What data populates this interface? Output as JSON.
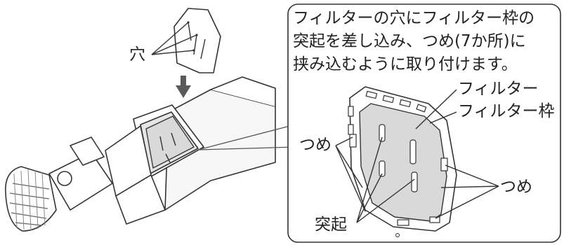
{
  "instruction": {
    "lines": [
      "フィルターの穴にフィルター枠の",
      "突起を差し込み、つめ(7か所)に",
      "挟み込むように取り付けます。"
    ]
  },
  "labels": {
    "hole": "穴",
    "filter": "フィルター",
    "filter_frame": "フィルター枠",
    "claw_left": "つめ",
    "claw_right": "つめ",
    "protrusion": "突起"
  },
  "colors": {
    "line": "#333333",
    "gray_fill": "#d9d9d9",
    "dark_arrow": "#5a5a5a"
  }
}
